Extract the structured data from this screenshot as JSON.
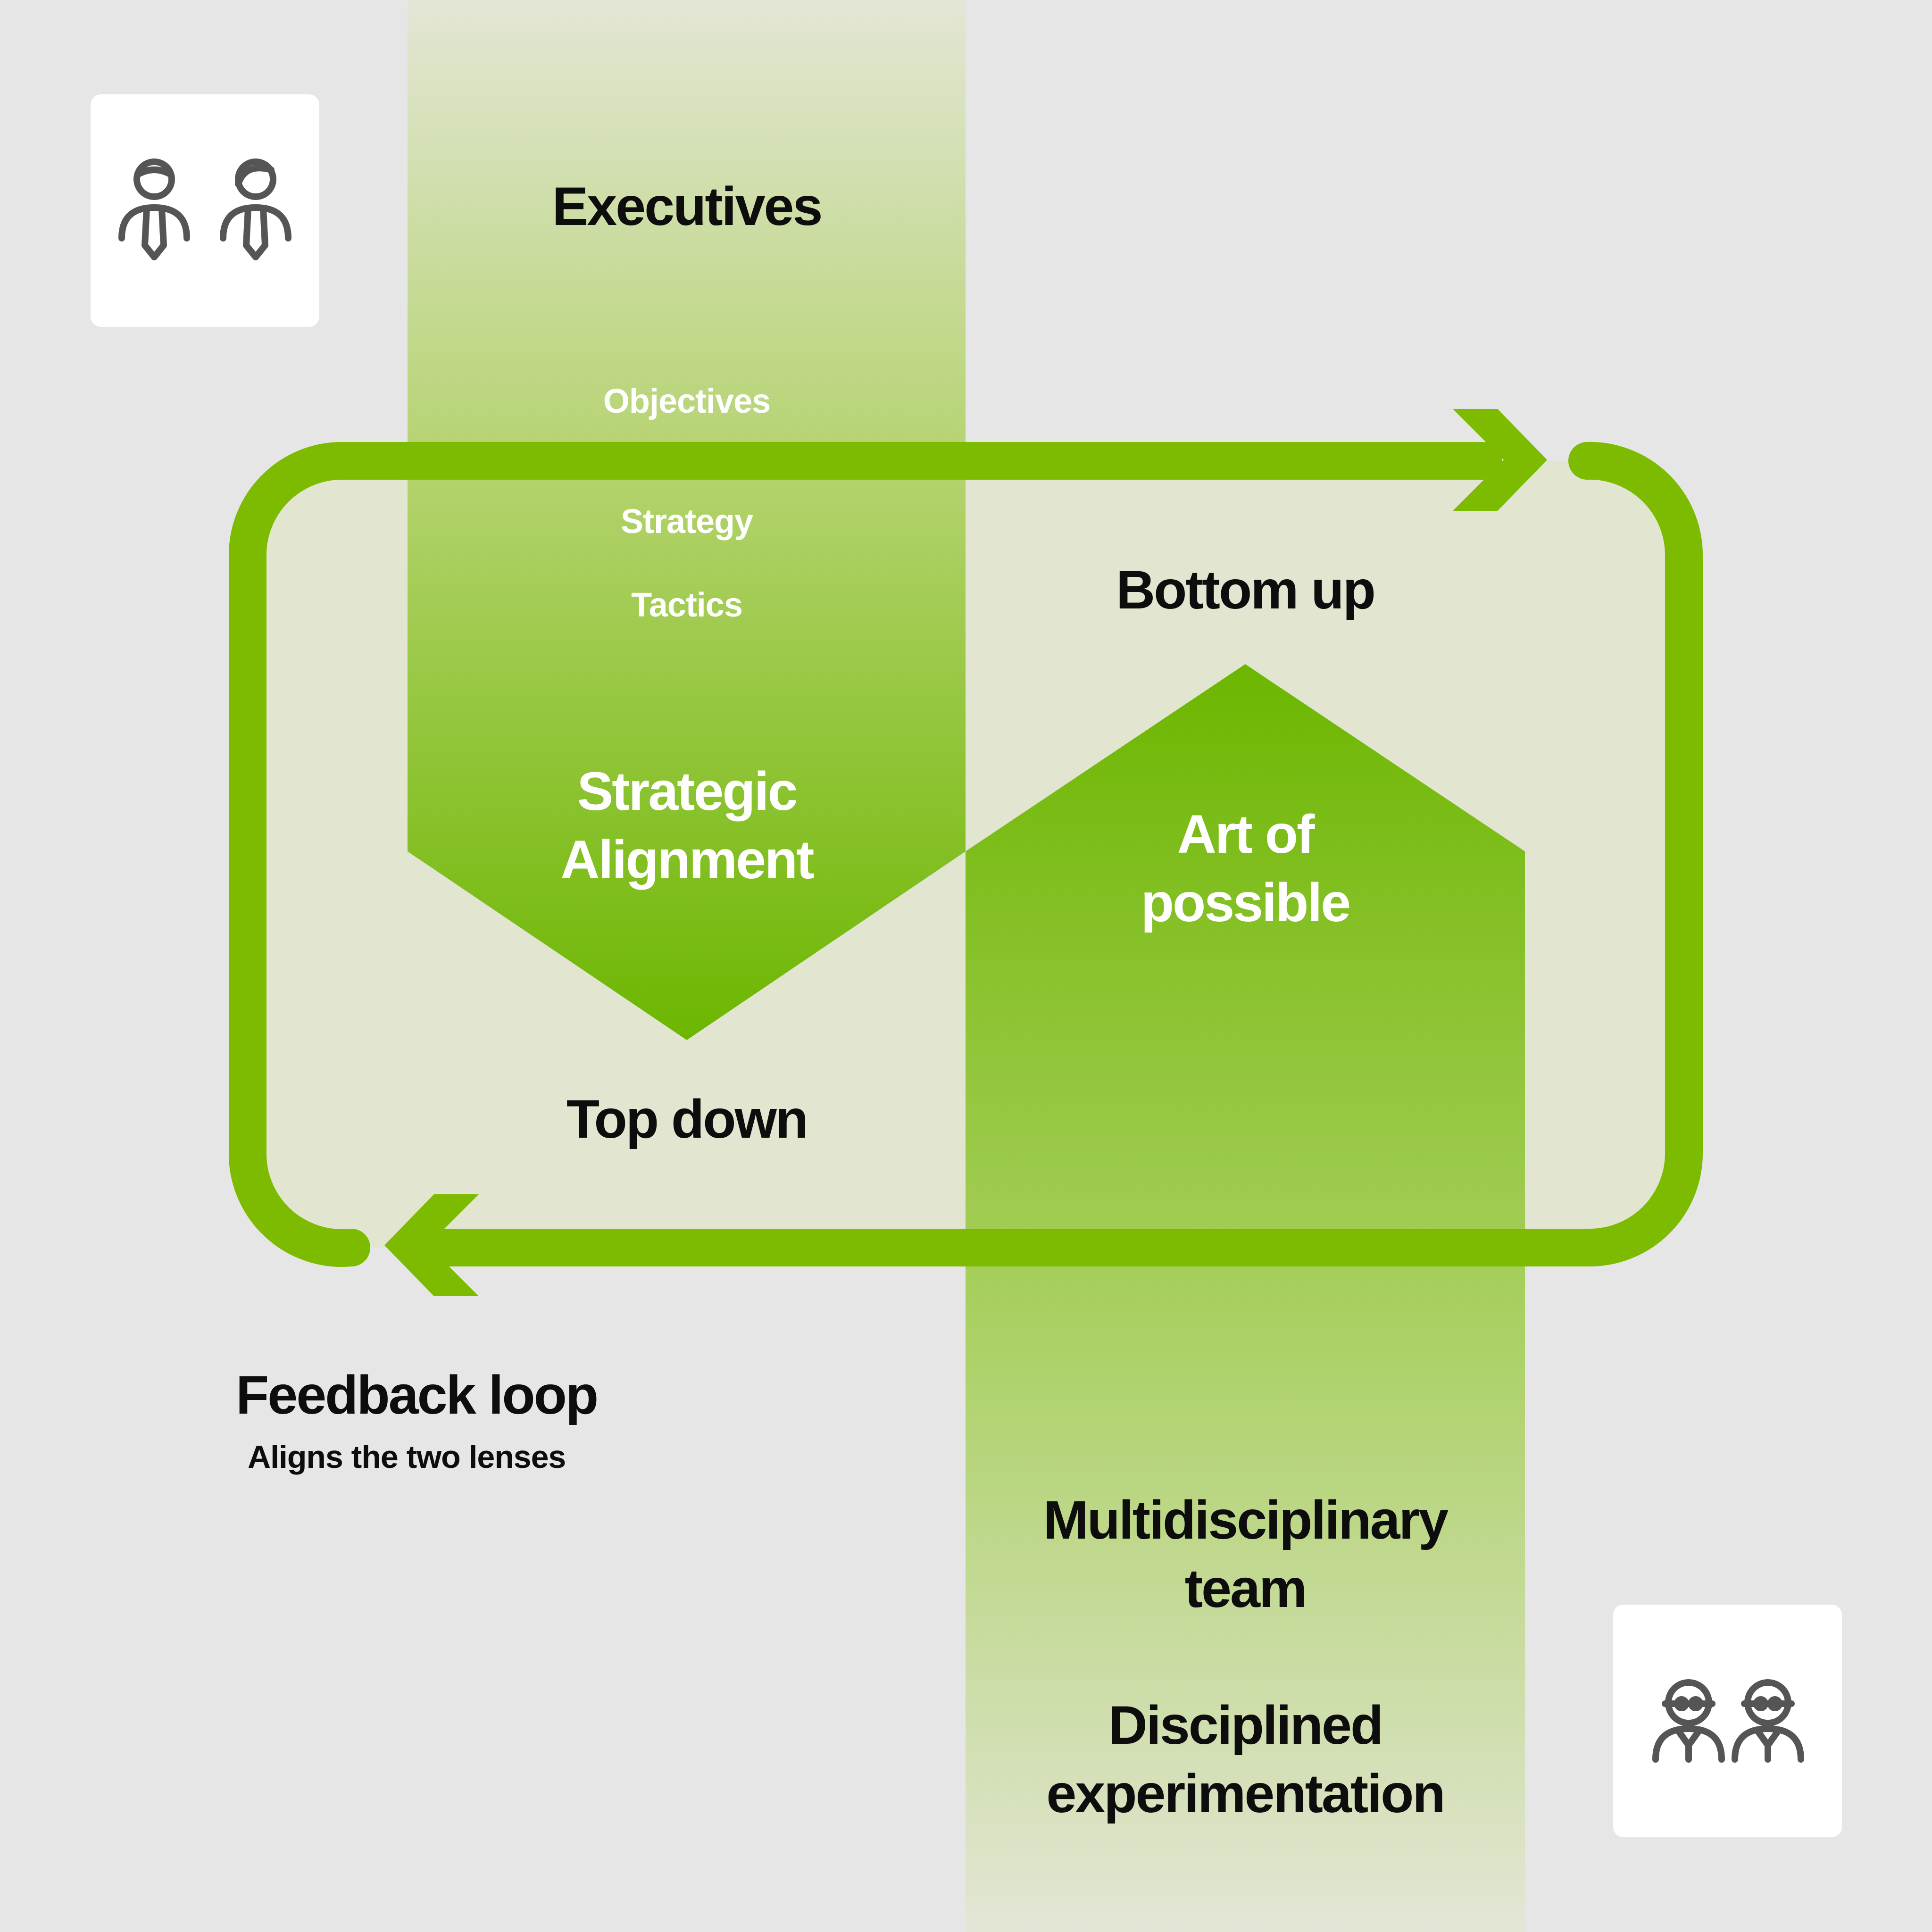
{
  "colors": {
    "background": "#e6e6e6",
    "accent_green": "#7dbb00",
    "panel_tint": "#e2e5d0",
    "text_dark": "#0d0d0d",
    "text_light": "#ffffff",
    "icon_gray": "#555555",
    "card_white": "#ffffff"
  },
  "icons": {
    "top_left": "executives-icon",
    "bottom_right": "team-icon"
  },
  "diagram": {
    "executives": "Executives",
    "objectives": "Objectives",
    "strategy": "Strategy",
    "tactics": "Tactics",
    "strategic_alignment_line1": "Strategic",
    "strategic_alignment_line2": "Alignment",
    "top_down": "Top down",
    "bottom_up": "Bottom up",
    "art_of_possible_line1": "Art of",
    "art_of_possible_line2": "possible",
    "feedback_loop": "Feedback loop",
    "feedback_loop_sub": "Aligns the two lenses",
    "multidisciplinary_line1": "Multidisciplinary",
    "multidisciplinary_line2": "team",
    "disciplined_line1": "Disciplined",
    "disciplined_line2": "experimentation"
  }
}
